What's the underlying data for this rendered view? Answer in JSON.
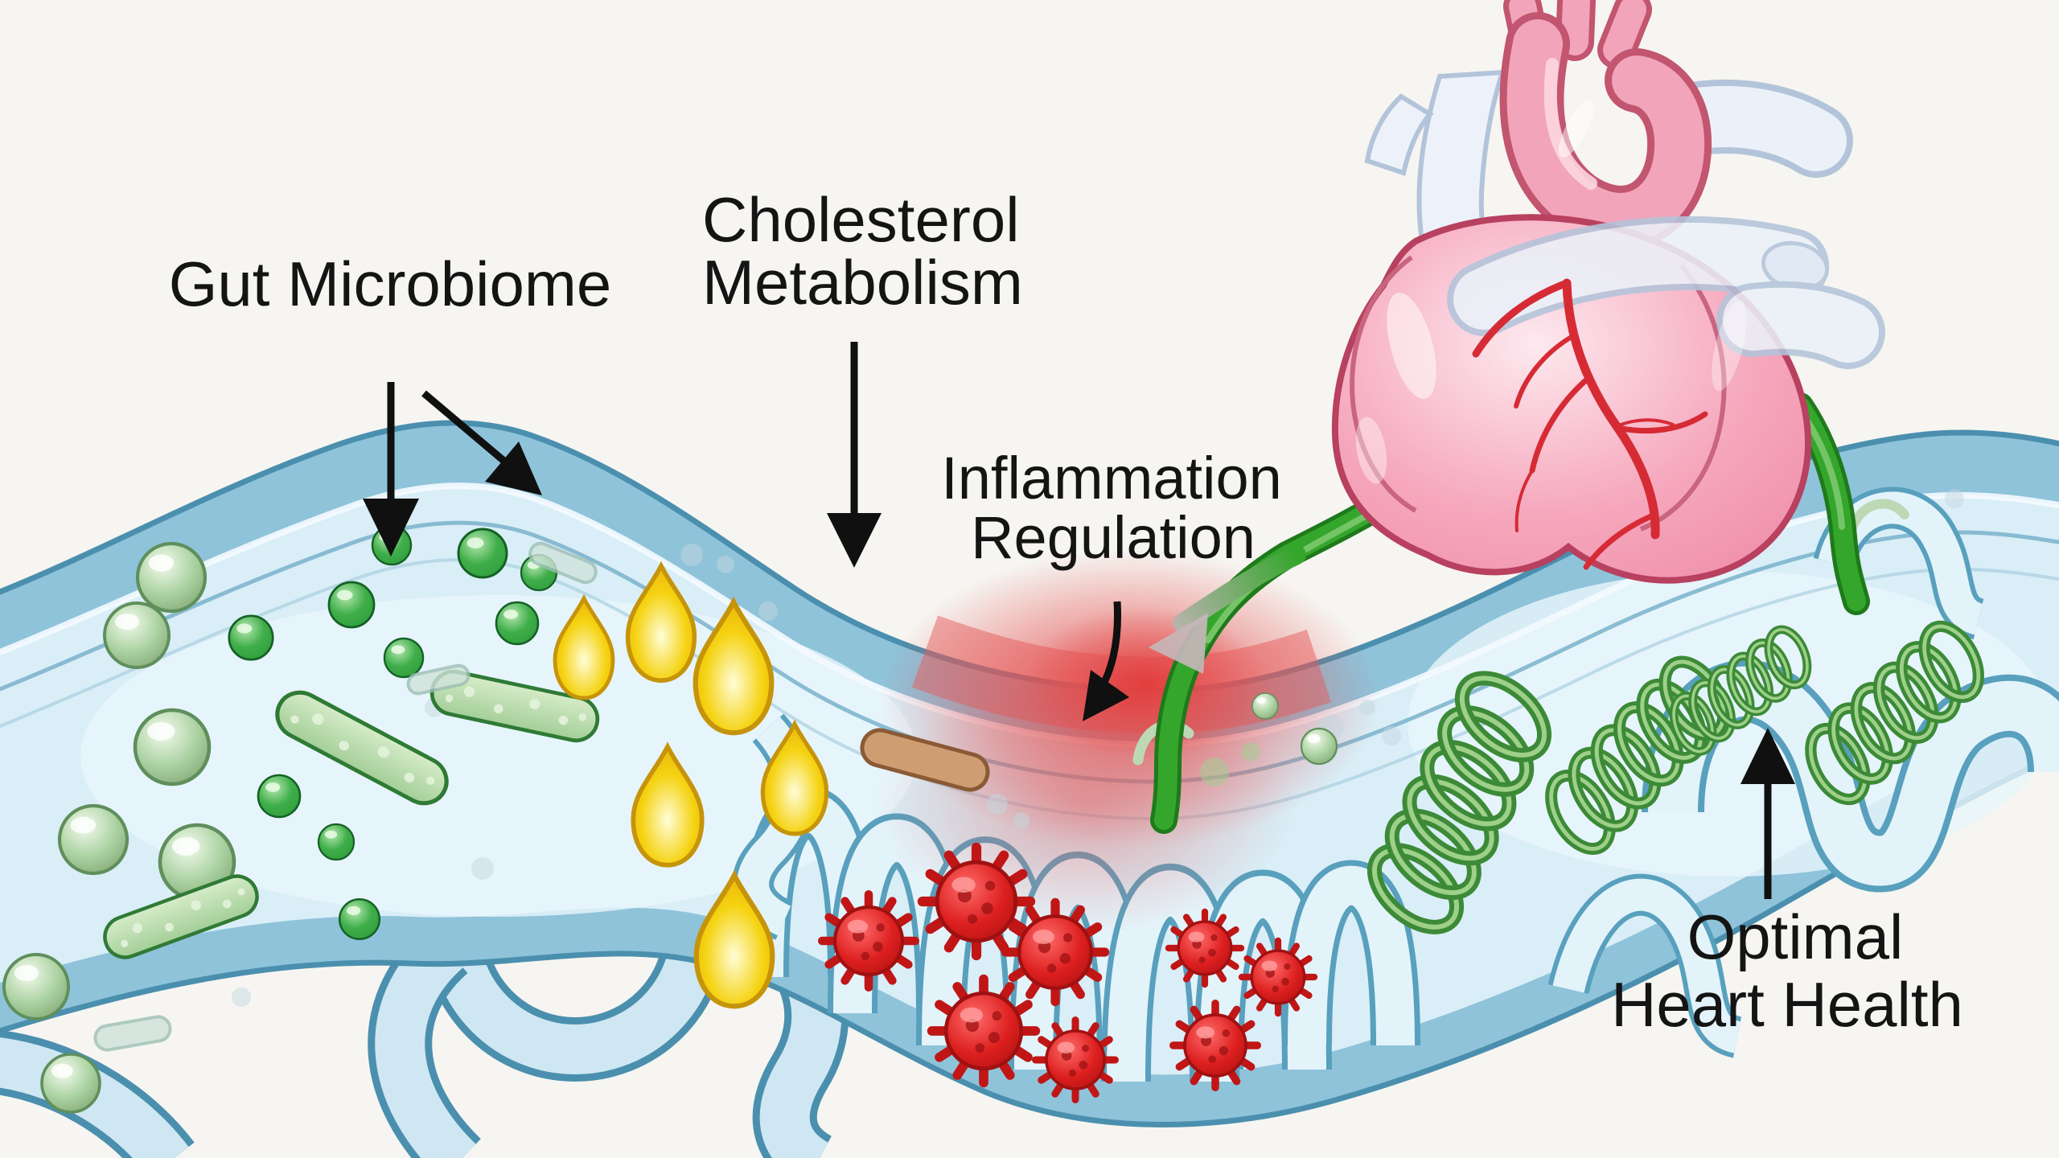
{
  "labels": {
    "gut_microbiome": "Gut Microbiome",
    "cholesterol_metabolism_line1": "Cholesterol",
    "cholesterol_metabolism_line2": "Metabolism",
    "inflammation_regulation_line1": "Inflammation",
    "inflammation_regulation_line2": "Regulation",
    "optimal_heart_health_line1": "Optimal",
    "optimal_heart_health_line2": "Heart Health"
  },
  "palette": {
    "background": "#f6f5f1",
    "gut_wall": "#8fc3da",
    "gut_wall_outline": "#4b8fae",
    "gut_lumen": "#d9eef7",
    "bacteria_green_dark": "#2f9e3c",
    "bacteria_green_light": "#a9d1a0",
    "bile_droplet_yellow": "#f5d312",
    "virus_red": "#dd1f1f",
    "inflammation_glow": "#e23b3b",
    "probiotic_spiral_green": "#55a043",
    "vessel_green": "#35a62c",
    "heart_pink": "#f6a8bd",
    "heart_outline": "#b8415f",
    "artery_red": "#d62b35",
    "label_text": "#141414"
  },
  "elements": {
    "green_sphere_bacteria_count": 17,
    "green_rod_bacteria_count": 6,
    "yellow_droplet_count": 6,
    "red_pathogen_count": 8,
    "green_spiral_probiotic_count": 4,
    "green_vessel_count": 2,
    "black_arrow_count": 5,
    "label_count": 4,
    "heart_count": 1
  }
}
